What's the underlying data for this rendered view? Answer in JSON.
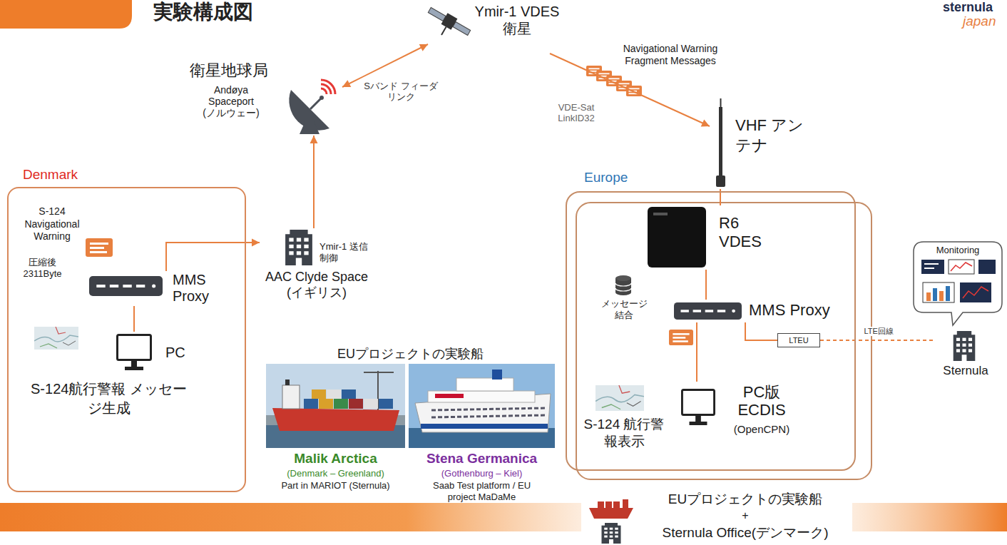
{
  "diagram": {
    "title": "実験構成図",
    "nodes": [
      {
        "text": [
          "Ymir-1 VDES衛星"
        ]
      },
      {
        "text": [
          "衛星地球局",
          "Andøya Spaceport (ノルウェー)"
        ]
      },
      {
        "text": [
          "Denmark"
        ]
      },
      {
        "text": [
          "MMS Proxy"
        ],
        "in": 2
      },
      {
        "text": [
          "PC"
        ],
        "in": 2
      },
      {
        "text": [
          "Ymir-1 送信制御",
          "AAC Clyde Space (イギリス)"
        ]
      },
      {
        "text": [
          "VHF アンテナ"
        ]
      },
      {
        "text": [
          "Europe"
        ]
      },
      {
        "text": [
          "R6 VDES"
        ],
        "in": 7
      },
      {
        "text": [
          "MMS Proxy"
        ],
        "in": 7
      },
      {
        "text": [
          "LTEU"
        ],
        "in": 7
      },
      {
        "text": [
          "PC版 ECDIS",
          "(OpenCPN)"
        ],
        "in": 7
      },
      {
        "text": [
          "Monitoring"
        ]
      },
      {
        "text": [
          "Sternula"
        ]
      }
    ],
    "edges": [
      {
        "from": 1,
        "to": 0,
        "label": "Sバンド フィーダリンク",
        "arrow": "both"
      },
      {
        "from": 0,
        "to": 6,
        "label": "VDE-Sat LinkID32",
        "arrow": "to"
      },
      {
        "from": 3,
        "to": 5,
        "arrow": "to"
      },
      {
        "from": 5,
        "to": 1,
        "arrow": "to"
      },
      {
        "from": 3,
        "to": 4,
        "arrow": "none"
      },
      {
        "from": 6,
        "to": 8,
        "arrow": "none"
      },
      {
        "from": 8,
        "to": 9,
        "arrow": "none"
      },
      {
        "from": 9,
        "to": 11,
        "arrow": "none"
      },
      {
        "from": 9,
        "to": 10,
        "arrow": "none"
      },
      {
        "from": 10,
        "to": 13,
        "label": "LTE回線",
        "arrow": "none"
      }
    ],
    "labels": [
      "sternula",
      "japan",
      "Navigational Warning Fragment Messages",
      "S-124 Navigational Warning",
      "圧縮後 2311Byte",
      "S-124航行警報 メッセージ生成",
      "EUプロジェクトの実験船",
      "Malik Arctica",
      "(Denmark – Greenland)",
      "Part in MARIOT (Sternula)",
      "Stena Germanica",
      "(Gothenburg – Kiel)",
      "Saab Test platform / EU project MaDaMe",
      "メッセージ 結合",
      "S-124 航行警報表示",
      "EUプロジェクトの実験船",
      "+",
      "Sternula Office(デンマーク)"
    ]
  }
}
